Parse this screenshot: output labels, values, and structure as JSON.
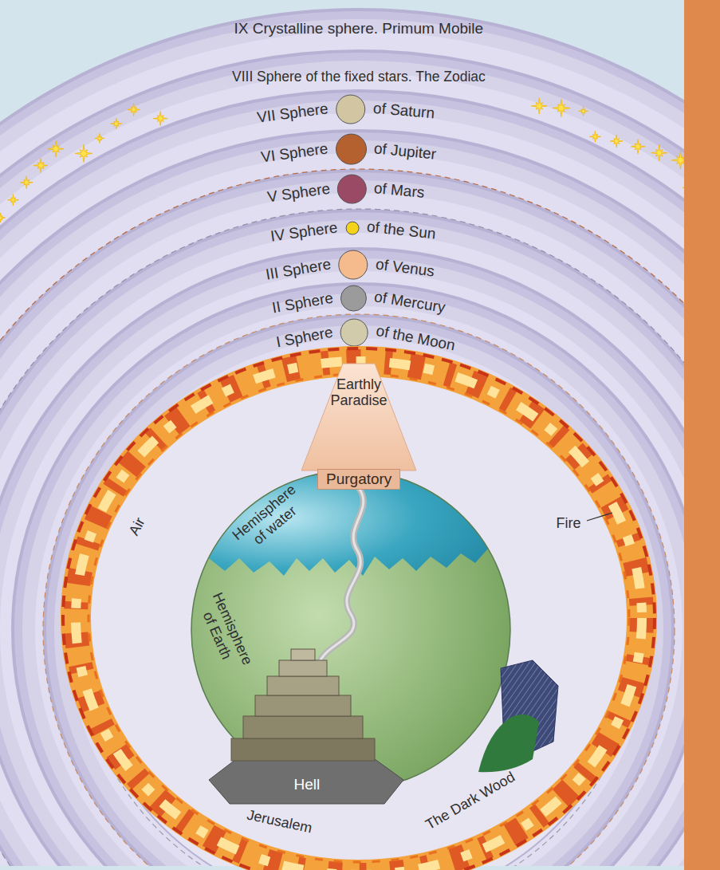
{
  "diagram": {
    "nodes": [
      {
        "text": [
          "Purgatory"
        ]
      }
    ],
    "labels": [
      "IX Crystalline sphere. Primum Mobile",
      "VIII Sphere of the fixed stars. The Zodiac",
      "VII Sphere",
      "of Saturn",
      "VI Sphere",
      "of Jupiter",
      "V Sphere",
      "of Mars",
      "IV Sphere",
      "of the Sun",
      "III Sphere",
      "of Venus",
      "II Sphere",
      "of Mercury",
      "I Sphere",
      "of the Moon",
      "Earthly Paradise",
      "Hemisphere of water",
      "Air",
      "Fire",
      "Hemisphere of Earth",
      "Hell",
      "Jerusalem",
      "The Dark Wood"
    ]
  }
}
